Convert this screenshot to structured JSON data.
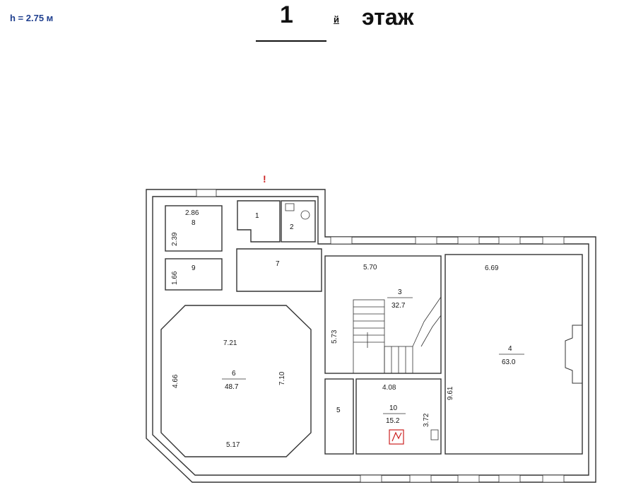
{
  "header": {
    "height_note": "h = 2.75 м",
    "floor_number": "1",
    "floor_suffix": "й",
    "floor_word": "этаж"
  },
  "plan": {
    "entrance_mark": "!",
    "rooms": [
      {
        "id": "room-1",
        "number": "1"
      },
      {
        "id": "room-2",
        "number": "2"
      },
      {
        "id": "room-3",
        "number": "3",
        "area": "32.7"
      },
      {
        "id": "room-4",
        "number": "4",
        "area": "63.0"
      },
      {
        "id": "room-5",
        "number": "5"
      },
      {
        "id": "room-6",
        "number": "6",
        "area": "48.7"
      },
      {
        "id": "room-7",
        "number": "7"
      },
      {
        "id": "room-8",
        "number": "8"
      },
      {
        "id": "room-9",
        "number": "9"
      },
      {
        "id": "room-10",
        "number": "10",
        "area": "15.2"
      }
    ],
    "dimensions": {
      "r8_width": "2.86",
      "r8_height": "2.39",
      "r9_height": "1.66",
      "r3_width": "5.70",
      "r3_height": "5.73",
      "r4_width": "6.69",
      "r4_height": "9.61",
      "r6_top": "7.21",
      "r6_left": "4.66",
      "r6_right": "7.10",
      "r6_bottom": "5.17",
      "r10_width": "4.08",
      "r10_height": "3.72"
    },
    "colors": {
      "wall": "#333333",
      "accent": "#cc2222",
      "title_blue": "#1f3f8f"
    }
  }
}
